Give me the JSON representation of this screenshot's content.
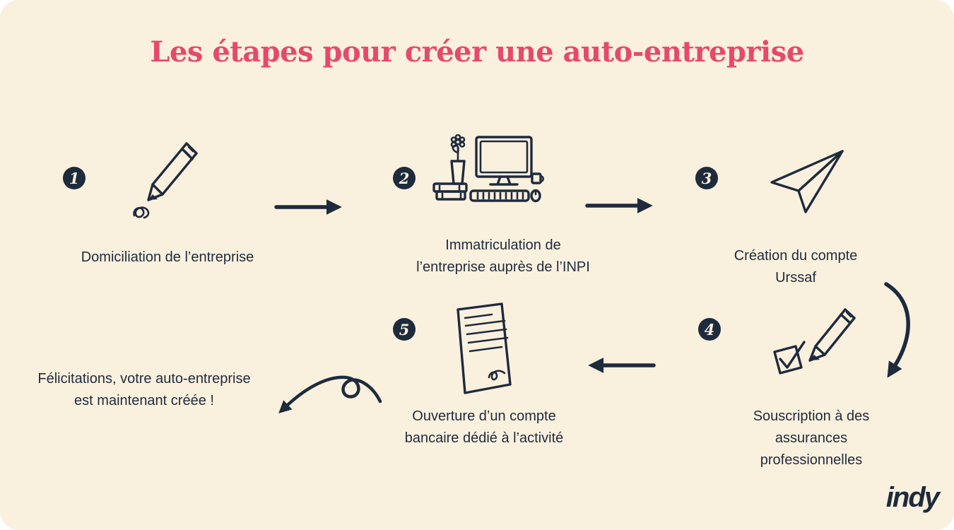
{
  "page": {
    "title": "Les étapes pour créer une auto-entreprise",
    "brand": "indy"
  },
  "colors": {
    "background": "#FAF0DE",
    "accent": "#E54A6B",
    "ink": "#1E2B3C"
  },
  "steps": [
    {
      "number": "1",
      "icon": "pencil-icon",
      "label": "Domiciliation de l’entreprise"
    },
    {
      "number": "2",
      "icon": "computer-icon",
      "label": "Immatriculation de\nl’entreprise auprès de l’INPI"
    },
    {
      "number": "3",
      "icon": "paper-plane-icon",
      "label": "Création du compte Urssaf"
    },
    {
      "number": "4",
      "icon": "checkbox-pencil-icon",
      "label": "Souscription à des assurances\nprofessionnelles"
    },
    {
      "number": "5",
      "icon": "document-icon",
      "label": "Ouverture d’un compte\nbancaire dédié à l’activité"
    }
  ],
  "final": {
    "label": "Félicitations, votre auto-entreprise\nest maintenant créée !"
  },
  "connectors": [
    {
      "name": "arrow-1-2",
      "type": "straight-right"
    },
    {
      "name": "arrow-2-3",
      "type": "straight-right"
    },
    {
      "name": "arrow-3-4",
      "type": "curved-down"
    },
    {
      "name": "arrow-4-5",
      "type": "straight-left"
    },
    {
      "name": "arrow-5-final",
      "type": "curly-left"
    }
  ]
}
